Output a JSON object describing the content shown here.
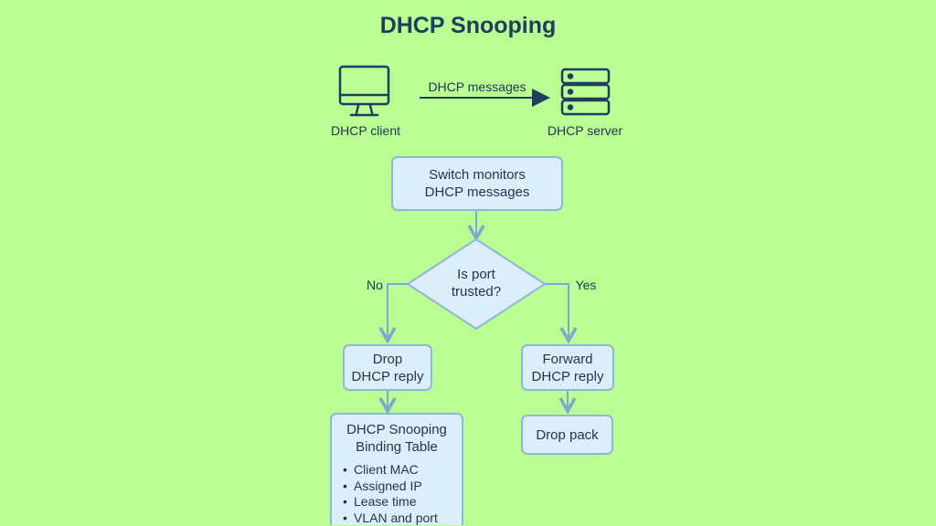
{
  "title": "DHCP Snooping",
  "top": {
    "client_label": "DHCP client",
    "server_label": "DHCP server",
    "message_label": "DHCP messages",
    "client_icon": "monitor-icon",
    "server_icon": "server-icon"
  },
  "flow": {
    "monitor": {
      "line1": "Switch monitors",
      "line2": "DHCP messages"
    },
    "decision": {
      "line1": "Is port",
      "line2": "trusted?"
    },
    "no_label": "No",
    "yes_label": "Yes",
    "drop_reply": {
      "line1": "Drop",
      "line2": "DHCP reply"
    },
    "forward_reply": {
      "line1": "Forward",
      "line2": "DHCP reply"
    },
    "drop_pack": "Drop pack",
    "binding_table": {
      "line1": "DHCP Snooping",
      "line2": "Binding Table",
      "items": [
        "Client MAC",
        "Assigned IP",
        "Lease time",
        "VLAN and port"
      ]
    }
  },
  "colors": {
    "background": "#b9fd93",
    "box_fill": "#dceefa",
    "box_border": "#8db8d8",
    "text": "#1e3550",
    "icon_stroke": "#1f3d5f"
  }
}
